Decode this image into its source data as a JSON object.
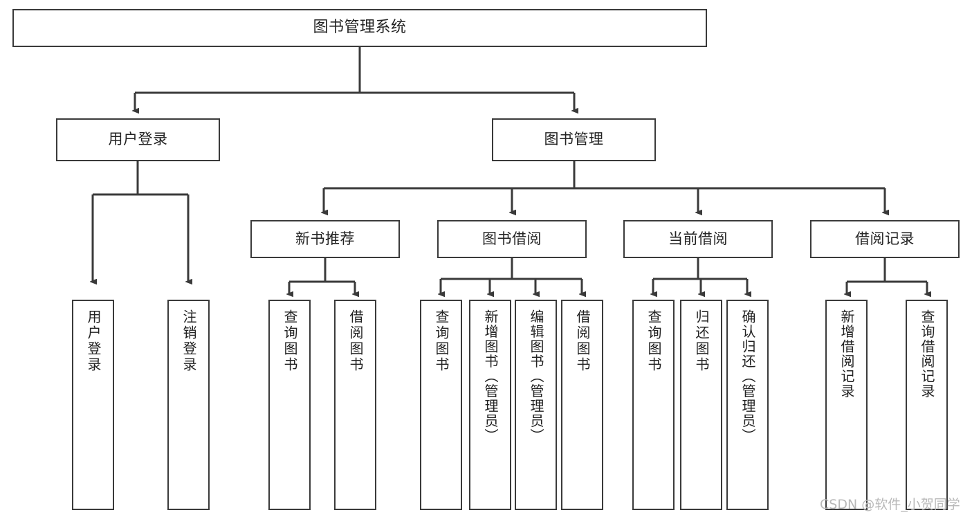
{
  "diagram": {
    "title": "图书管理系统",
    "type": "hierarchy-tree",
    "watermark": "CSDN @软件_小贺同学",
    "line_color": "#3a3a3a",
    "box_fill": "#ffffff",
    "text_color": "#222222",
    "watermark_color": "#b9b9b9",
    "levels": [
      {
        "level": 1,
        "nodes": [
          {
            "id": "root",
            "label": "图书管理系统",
            "orientation": "horizontal"
          }
        ]
      },
      {
        "level": 2,
        "nodes": [
          {
            "id": "user-login",
            "label": "用户登录",
            "orientation": "horizontal",
            "parent": "root"
          },
          {
            "id": "book-manage",
            "label": "图书管理",
            "orientation": "horizontal",
            "parent": "root"
          }
        ]
      },
      {
        "level": 3,
        "nodes": [
          {
            "id": "new-book-rec",
            "label": "新书推荐",
            "orientation": "horizontal",
            "parent": "book-manage"
          },
          {
            "id": "book-borrow",
            "label": "图书借阅",
            "orientation": "horizontal",
            "parent": "book-manage"
          },
          {
            "id": "current-borrow",
            "label": "当前借阅",
            "orientation": "horizontal",
            "parent": "book-manage"
          },
          {
            "id": "borrow-record",
            "label": "借阅记录",
            "orientation": "horizontal",
            "parent": "book-manage"
          }
        ]
      },
      {
        "level": 4,
        "nodes": [
          {
            "id": "leaf-user-login",
            "label": "用户登录",
            "orientation": "vertical",
            "parent": "user-login"
          },
          {
            "id": "leaf-logout",
            "label": "注销登录",
            "orientation": "vertical",
            "parent": "user-login"
          },
          {
            "id": "leaf-query-book-1",
            "label": "查询图书",
            "orientation": "vertical",
            "parent": "new-book-rec"
          },
          {
            "id": "leaf-borrow-book-1",
            "label": "借阅图书",
            "orientation": "vertical",
            "parent": "new-book-rec"
          },
          {
            "id": "leaf-query-book-2",
            "label": "查询图书",
            "orientation": "vertical",
            "parent": "book-borrow"
          },
          {
            "id": "leaf-add-book",
            "label": "新增图书（管理员）",
            "orientation": "vertical",
            "parent": "book-borrow"
          },
          {
            "id": "leaf-edit-book",
            "label": "编辑图书（管理员）",
            "orientation": "vertical",
            "parent": "book-borrow"
          },
          {
            "id": "leaf-borrow-book-2",
            "label": "借阅图书",
            "orientation": "vertical",
            "parent": "book-borrow"
          },
          {
            "id": "leaf-query-book-3",
            "label": "查询图书",
            "orientation": "vertical",
            "parent": "current-borrow"
          },
          {
            "id": "leaf-return-book",
            "label": "归还图书",
            "orientation": "vertical",
            "parent": "current-borrow"
          },
          {
            "id": "leaf-confirm-return",
            "label": "确认归还（管理员）",
            "orientation": "vertical",
            "parent": "current-borrow"
          },
          {
            "id": "leaf-add-record",
            "label": "新增借阅记录",
            "orientation": "vertical",
            "parent": "borrow-record"
          },
          {
            "id": "leaf-query-record",
            "label": "查询借阅记录",
            "orientation": "vertical",
            "parent": "borrow-record"
          }
        ]
      }
    ]
  }
}
